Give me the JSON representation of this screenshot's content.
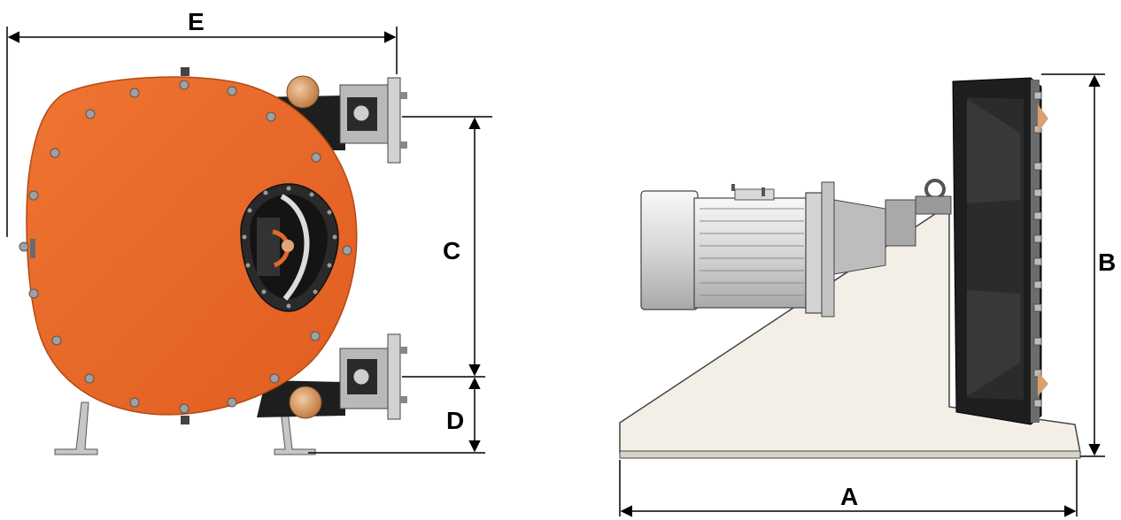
{
  "dimensions": {
    "E": "E",
    "C": "C",
    "D": "D",
    "B": "B",
    "A": "A"
  },
  "colors": {
    "pump_body": "#ea6a2b",
    "pump_body_shade": "#d9561c",
    "bolt": "#9a9a9a",
    "dark_part": "#1e1e1e",
    "steel": "#c9cacc",
    "motor_white": "#eeeeee",
    "base_frame": "#f3efe6",
    "bronze": "#d9a070"
  },
  "icons": {
    "front_view": "pump-front-view-illustration",
    "side_view": "pump-side-view-illustration"
  }
}
